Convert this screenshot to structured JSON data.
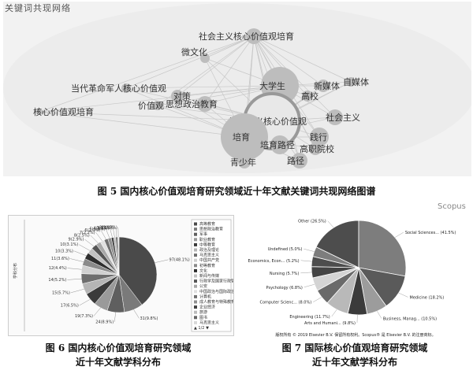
{
  "fig5": {
    "panel_title": "关键词共现网络",
    "caption": "图 5   国内核心价值观培育研究领域近十年文献关键词共现网络图谱",
    "nodes": [
      {
        "label": "社会主义核心价值观培育"
      },
      {
        "label": "微文化"
      },
      {
        "label": "大学生"
      },
      {
        "label": "新媒体"
      },
      {
        "label": "自媒体"
      },
      {
        "label": "高校"
      },
      {
        "label": "当代革命军人核心价值观"
      },
      {
        "label": "对策"
      },
      {
        "label": "思想政治教育"
      },
      {
        "label": "价值观"
      },
      {
        "label": "核心价值观培育"
      },
      {
        "label": "社会主义核心价值观"
      },
      {
        "label": "社会主义"
      },
      {
        "label": "培育"
      },
      {
        "label": "培育路径"
      },
      {
        "label": "践行"
      },
      {
        "label": "高职院校"
      },
      {
        "label": "青少年"
      },
      {
        "label": "路径"
      }
    ]
  },
  "fig6": {
    "caption_line1": "图 6   国内核心价值观培育研究领域",
    "caption_line2": "近十年文献学科分布",
    "side_label": "学科分布",
    "page_indicator": "1/2",
    "legend_items": [
      "高等教育",
      "思想政治教育",
      "军事",
      "职业教育",
      "中等教育",
      "政治及理论",
      "马克思主义",
      "中国共产党",
      "初等教育",
      "文化",
      "新闻与传媒",
      "行政学及国家行政管理",
      "公安",
      "中国政治与国际政治",
      "计算机",
      "成人教育与特殊教育",
      "企业经济",
      "旅游",
      "图书",
      "马克思主义"
    ],
    "colors": [
      "#4a4a4a",
      "#7a7a7a",
      "#5f5f5f",
      "#9a9a9a",
      "#3a3a3a",
      "#b5b5b5",
      "#6e6e6e",
      "#d0d0d0",
      "#8a8a8a",
      "#2e2e2e",
      "#c2c2c2",
      "#555555",
      "#a8a8a8",
      "#e0e0e0",
      "#707070",
      "#909090",
      "#404040",
      "#bcbcbc",
      "#666666",
      "#d8d8d8"
    ],
    "chart_data": {
      "type": "pie",
      "labels": [
        "97(48.1%)",
        "31(9.8%)",
        "24(8.9%)",
        "19(7.3%)",
        "17(6.5%)",
        "15(5.7%)",
        "14(5.2%)",
        "12(4.4%)",
        "11(3.6%)",
        "10(3.3%)",
        "10(3.1%)",
        "9(2.9%)",
        "8(2.5%)",
        "7(2.2%)",
        "6(2.0%)",
        "5(1.8%)",
        "4(1.2%)",
        "3(1.1%)",
        "3(1.0%)",
        "2(0.7%)"
      ],
      "values": [
        48.1,
        9.8,
        8.9,
        7.3,
        6.5,
        5.7,
        5.2,
        4.4,
        3.6,
        3.3,
        3.1,
        2.9,
        2.5,
        2.2,
        2.0,
        1.8,
        1.2,
        1.1,
        1.0,
        0.7
      ]
    }
  },
  "fig7": {
    "corner": "Scopus",
    "caption_line1": "图 7   国际核心价值观培育研究领域",
    "caption_line2": "近十年文献学科分布",
    "footer_note": "版权所有 © 2019 Elsevier B.V. 保留所有权利。Scopus® 是 Elsevier B.V. 的注册商标。",
    "colors": [
      "#4d4d4d",
      "#7d7d7d",
      "#5a5a5a",
      "#9c9c9c",
      "#3b3b3b",
      "#b9b9b9",
      "#6a6a6a",
      "#d4d4d4",
      "#444444"
    ],
    "chart_data": {
      "type": "pie",
      "labels": [
        "Social Sciences... (41.5%)",
        "Medicine (18.2%)",
        "Business, Manag... (10.5%)",
        "Arts and Humani... (9.8%)",
        "Engineering (11.7%)",
        "Computer Scienc... (8.0%)",
        "Psychology (6.8%)",
        "Nursing (5.7%)",
        "Economics, Econ... (5.2%)",
        "Undefined (5.0%)",
        "Other (26.5%)"
      ],
      "values": [
        41.5,
        18.2,
        10.5,
        9.8,
        11.7,
        8.0,
        6.8,
        5.7,
        5.2,
        5.0,
        26.5
      ]
    }
  }
}
